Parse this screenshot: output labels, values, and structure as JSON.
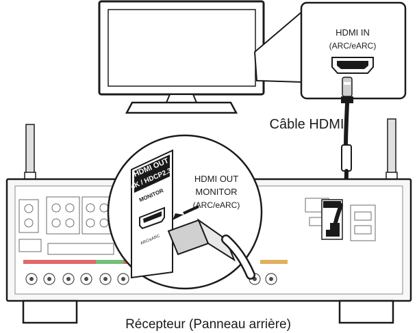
{
  "labels": {
    "hdmi_in": "HDMI IN",
    "hdmi_in_sub": "(ARC/eARC)",
    "cable": "Câble HDMI",
    "hdmi_out": "HDMI OUT",
    "monitor": "MONITOR",
    "hdmi_out_sub": "(ARC/eARC)",
    "receiver": "Récepteur (Panneau arrière)"
  },
  "panel_text": {
    "badge_top": "HDMI OUT",
    "badge_bottom": "4K / HDCP2.3",
    "badge_monitor": "MONITOR",
    "port_tag": "ARC/eARC"
  }
}
